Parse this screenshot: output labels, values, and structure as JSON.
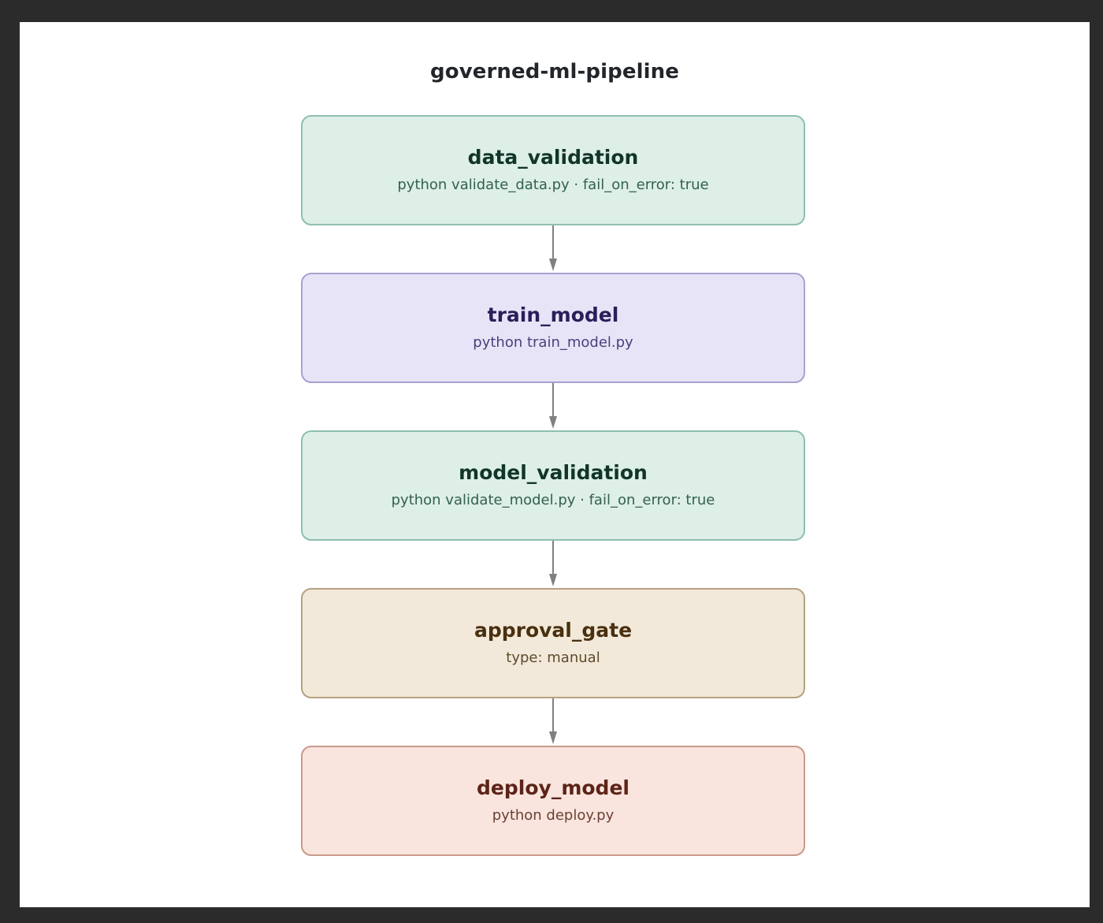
{
  "diagram": {
    "title": "governed-ml-pipeline",
    "type": "flowchart",
    "direction": "top-to-bottom",
    "nodes": [
      {
        "id": "data_validation",
        "title": "data_validation",
        "subtitle": "python validate_data.py  ·  fail_on_error: true",
        "command": "python validate_data.py",
        "fail_on_error": "true",
        "theme": "green",
        "fill": "#ddefe7",
        "border": "#8fbfae",
        "title_color": "#113528"
      },
      {
        "id": "train_model",
        "title": "train_model",
        "subtitle": "python train_model.py",
        "command": "python train_model.py",
        "theme": "lavender",
        "fill": "#e8e4f8",
        "border": "#a9a0cf",
        "title_color": "#2b1e59"
      },
      {
        "id": "model_validation",
        "title": "model_validation",
        "subtitle": "python validate_model.py  ·  fail_on_error: true",
        "command": "python validate_model.py",
        "fail_on_error": "true",
        "theme": "green",
        "fill": "#ddefe7",
        "border": "#8fbfae",
        "title_color": "#113528"
      },
      {
        "id": "approval_gate",
        "title": "approval_gate",
        "subtitle": "type: manual",
        "gate_type": "manual",
        "theme": "beige",
        "fill": "#f2e9da",
        "border": "#b5a181",
        "title_color": "#49300f"
      },
      {
        "id": "deploy_model",
        "title": "deploy_model",
        "subtitle": "python deploy.py",
        "command": "python deploy.py",
        "theme": "pink",
        "fill": "#f9e5de",
        "border": "#c79a8c",
        "title_color": "#5c2418"
      }
    ],
    "edges": [
      {
        "from": "data_validation",
        "to": "train_model"
      },
      {
        "from": "train_model",
        "to": "model_validation"
      },
      {
        "from": "model_validation",
        "to": "approval_gate"
      },
      {
        "from": "approval_gate",
        "to": "deploy_model"
      }
    ],
    "edge_color": "#808080",
    "canvas_background": "#ffffff",
    "frame_background": "#2b2b2b"
  }
}
